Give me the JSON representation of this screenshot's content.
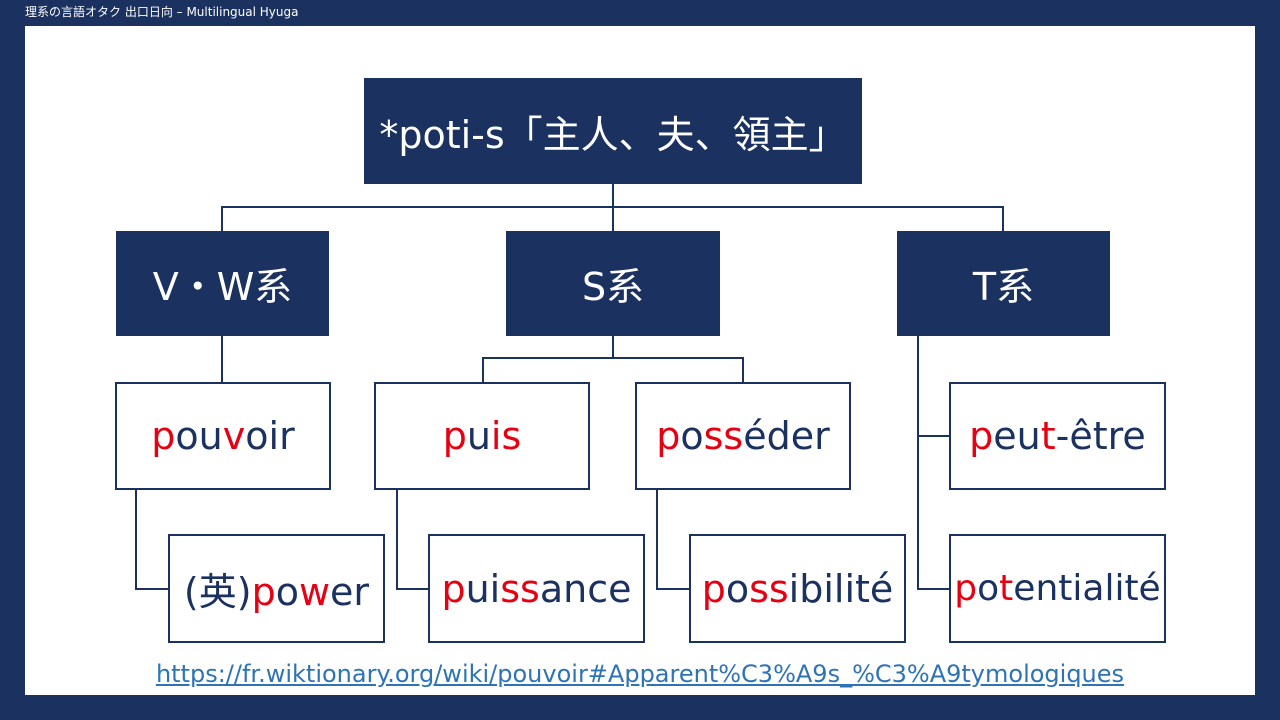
{
  "header": "理系の言語オタク 出口日向 – Multilingual Hyuga",
  "root": "*poti-s「主人、夫、領主」",
  "branches": {
    "vw": "V・W系",
    "s": "S系",
    "t": "T系"
  },
  "words": {
    "pouvoir": [
      {
        "t": "p",
        "h": true
      },
      {
        "t": "ou",
        "h": false
      },
      {
        "t": "v",
        "h": true
      },
      {
        "t": "oir",
        "h": false
      }
    ],
    "power": [
      {
        "t": "(英)",
        "h": false
      },
      {
        "t": "p",
        "h": true
      },
      {
        "t": "o",
        "h": false
      },
      {
        "t": "w",
        "h": true
      },
      {
        "t": "er",
        "h": false
      }
    ],
    "puis": [
      {
        "t": "p",
        "h": true
      },
      {
        "t": "u",
        "h": false
      },
      {
        "t": "is",
        "h": true
      }
    ],
    "puissance": [
      {
        "t": "p",
        "h": true
      },
      {
        "t": "ui",
        "h": false
      },
      {
        "t": "ss",
        "h": true
      },
      {
        "t": "ance",
        "h": false
      }
    ],
    "posseder": [
      {
        "t": "p",
        "h": true
      },
      {
        "t": "o",
        "h": false
      },
      {
        "t": "ss",
        "h": true
      },
      {
        "t": "éder",
        "h": false
      }
    ],
    "possibilite": [
      {
        "t": "p",
        "h": true
      },
      {
        "t": "o",
        "h": false
      },
      {
        "t": "ss",
        "h": true
      },
      {
        "t": "ibilité",
        "h": false
      }
    ],
    "peut_etre": [
      {
        "t": "p",
        "h": true
      },
      {
        "t": "eu",
        "h": false
      },
      {
        "t": "t",
        "h": true
      },
      {
        "t": "-être",
        "h": false
      }
    ],
    "potentialite": [
      {
        "t": "p",
        "h": true
      },
      {
        "t": "o",
        "h": false
      },
      {
        "t": "t",
        "h": true
      },
      {
        "t": "entialité",
        "h": false
      }
    ]
  },
  "link": "https://fr.wiktionary.org/wiki/pouvoir#Apparent%C3%A9s_%C3%A9tymologiques",
  "colors": {
    "navy": "#1b3260",
    "highlight": "#e60012",
    "link": "#2e74b5"
  }
}
